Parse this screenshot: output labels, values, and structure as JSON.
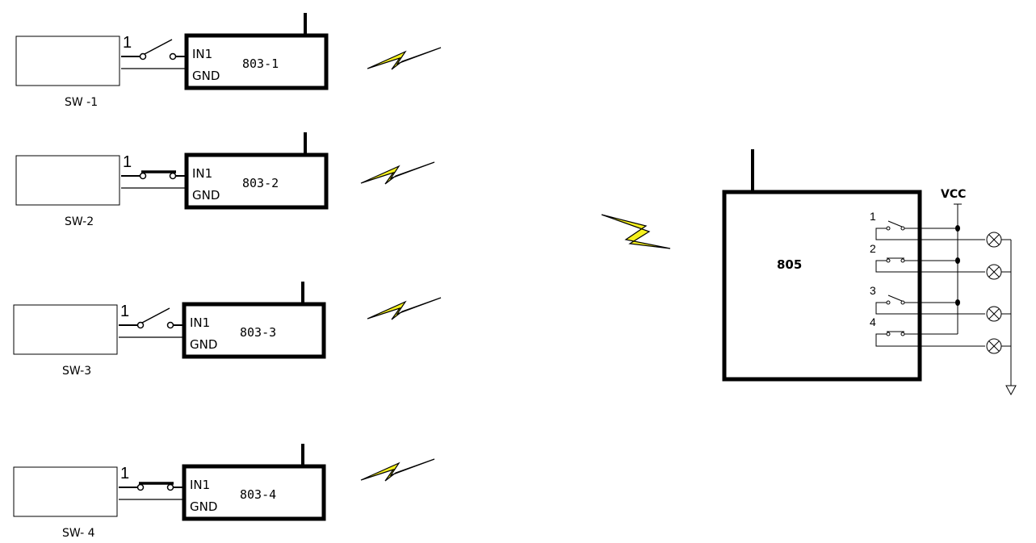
{
  "transmitters": [
    {
      "sensor_label": "SW -1",
      "channel": "1",
      "pin_in": "IN1",
      "pin_gnd": "GND",
      "module": "803-1",
      "switch_state": "open"
    },
    {
      "sensor_label": "SW-2",
      "channel": "1",
      "pin_in": "IN1",
      "pin_gnd": "GND",
      "module": "803-2",
      "switch_state": "closed"
    },
    {
      "sensor_label": "SW-3",
      "channel": "1",
      "pin_in": "IN1",
      "pin_gnd": "GND",
      "module": "803-3",
      "switch_state": "open"
    },
    {
      "sensor_label": "SW- 4",
      "channel": "1",
      "pin_in": "IN1",
      "pin_gnd": "GND",
      "module": "803-4",
      "switch_state": "closed"
    }
  ],
  "receiver": {
    "module": "805",
    "supply": "VCC",
    "relays": [
      {
        "channel": "1",
        "state": "open"
      },
      {
        "channel": "2",
        "state": "closed"
      },
      {
        "channel": "3",
        "state": "open"
      },
      {
        "channel": "4",
        "state": "closed"
      }
    ]
  },
  "colors": {
    "lightning_fill": "#f5f01e",
    "line": "#000000"
  }
}
